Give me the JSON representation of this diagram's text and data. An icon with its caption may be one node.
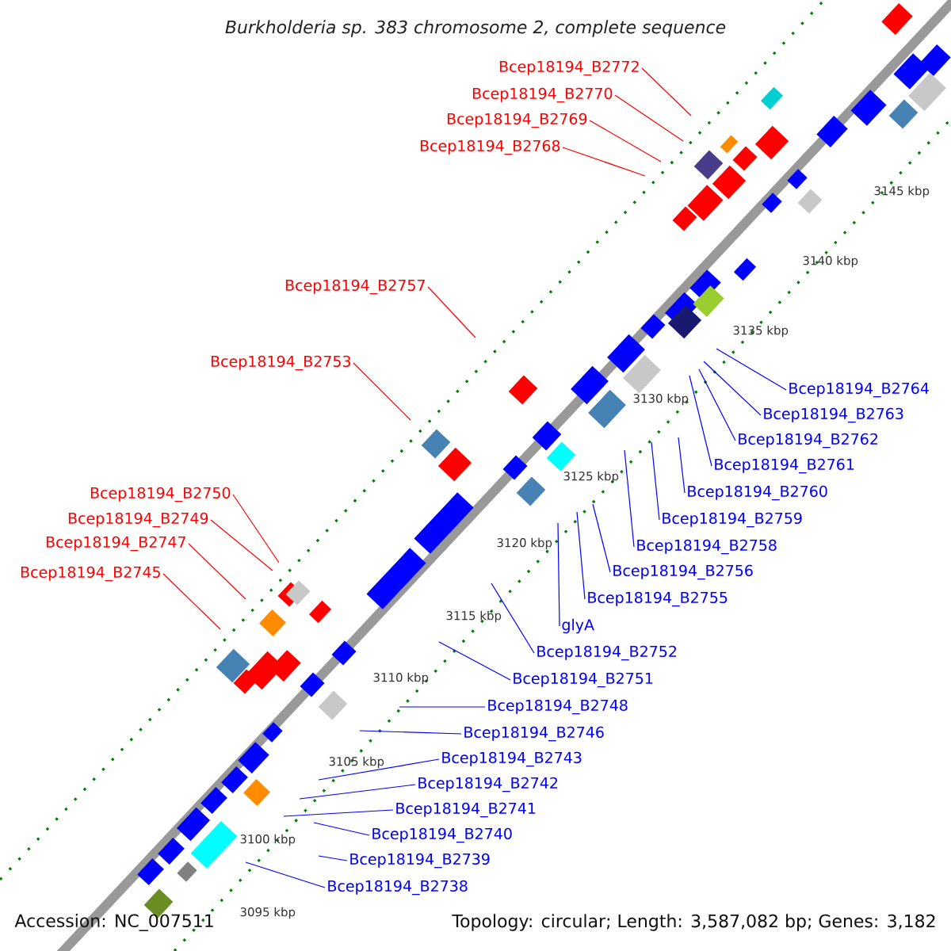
{
  "diagram": {
    "title": "Burkholderia sp. 383 chromosome 2, complete sequence",
    "nodes": [
      {
        "text": [
          "Bcep18194_B2772"
        ]
      },
      {
        "text": [
          "Bcep18194_B2770"
        ]
      },
      {
        "text": [
          "Bcep18194_B2769"
        ]
      },
      {
        "text": [
          "Bcep18194_B2768"
        ]
      },
      {
        "text": [
          "Bcep18194_B2757"
        ]
      },
      {
        "text": [
          "Bcep18194_B2753"
        ]
      },
      {
        "text": [
          "Bcep18194_B2750"
        ]
      },
      {
        "text": [
          "Bcep18194_B2749"
        ]
      },
      {
        "text": [
          "Bcep18194_B2747"
        ]
      },
      {
        "text": [
          "Bcep18194_B2745"
        ]
      },
      {
        "text": [
          "Bcep18194_B2764"
        ]
      },
      {
        "text": [
          "Bcep18194_B2763"
        ]
      },
      {
        "text": [
          "Bcep18194_B2762"
        ]
      },
      {
        "text": [
          "Bcep18194_B2761"
        ]
      },
      {
        "text": [
          "Bcep18194_B2760"
        ]
      },
      {
        "text": [
          "Bcep18194_B2759"
        ]
      },
      {
        "text": [
          "Bcep18194_B2758"
        ]
      },
      {
        "text": [
          "Bcep18194_B2756"
        ]
      },
      {
        "text": [
          "Bcep18194_B2755"
        ]
      },
      {
        "text": [
          "glyA"
        ]
      },
      {
        "text": [
          "Bcep18194_B2752"
        ]
      },
      {
        "text": [
          "Bcep18194_B2751"
        ]
      },
      {
        "text": [
          "Bcep18194_B2748"
        ]
      },
      {
        "text": [
          "Bcep18194_B2746"
        ]
      },
      {
        "text": [
          "Bcep18194_B2743"
        ]
      },
      {
        "text": [
          "Bcep18194_B2742"
        ]
      },
      {
        "text": [
          "Bcep18194_B2741"
        ]
      },
      {
        "text": [
          "Bcep18194_B2740"
        ]
      },
      {
        "text": [
          "Bcep18194_B2739"
        ]
      },
      {
        "text": [
          "Bcep18194_B2738"
        ]
      }
    ],
    "edges": [
      {
        "from": 0,
        "to": null,
        "arrow": "none",
        "color": "#ff0000"
      },
      {
        "from": 1,
        "to": null,
        "arrow": "none",
        "color": "#ff0000"
      },
      {
        "from": 2,
        "to": null,
        "arrow": "none",
        "color": "#ff0000"
      },
      {
        "from": 3,
        "to": null,
        "arrow": "none",
        "color": "#ff0000"
      },
      {
        "from": 4,
        "to": null,
        "arrow": "none",
        "color": "#ff0000"
      },
      {
        "from": 5,
        "to": null,
        "arrow": "none",
        "color": "#ff0000"
      },
      {
        "from": 6,
        "to": null,
        "arrow": "none",
        "color": "#ff0000"
      },
      {
        "from": 7,
        "to": null,
        "arrow": "none",
        "color": "#ff0000"
      },
      {
        "from": 8,
        "to": null,
        "arrow": "none",
        "color": "#ff0000"
      },
      {
        "from": 9,
        "to": null,
        "arrow": "none",
        "color": "#ff0000"
      },
      {
        "from": 10,
        "to": null,
        "arrow": "none"
      },
      {
        "from": 11,
        "to": null,
        "arrow": "none"
      },
      {
        "from": 12,
        "to": null,
        "arrow": "none"
      },
      {
        "from": 13,
        "to": null,
        "arrow": "none"
      },
      {
        "from": 14,
        "to": null,
        "arrow": "none"
      },
      {
        "from": 15,
        "to": null,
        "arrow": "none"
      },
      {
        "from": 16,
        "to": null,
        "arrow": "none"
      },
      {
        "from": 17,
        "to": null,
        "arrow": "none"
      },
      {
        "from": 18,
        "to": null,
        "arrow": "none"
      },
      {
        "from": 19,
        "to": null,
        "arrow": "none"
      },
      {
        "from": 20,
        "to": null,
        "arrow": "none"
      },
      {
        "from": 21,
        "to": null,
        "arrow": "none"
      },
      {
        "from": 22,
        "to": null,
        "arrow": "none"
      },
      {
        "from": 23,
        "to": null,
        "arrow": "none"
      },
      {
        "from": 24,
        "to": null,
        "arrow": "none"
      },
      {
        "from": 25,
        "to": null,
        "arrow": "none"
      },
      {
        "from": 26,
        "to": null,
        "arrow": "none"
      },
      {
        "from": 27,
        "to": null,
        "arrow": "none"
      },
      {
        "from": 28,
        "to": null,
        "arrow": "none"
      },
      {
        "from": 29,
        "to": null,
        "arrow": "none"
      }
    ],
    "labels": [
      "3145 kbp",
      "3140 kbp",
      "3135 kbp",
      "3130 kbp",
      "3125 kbp",
      "3120 kbp",
      "3115 kbp",
      "3110 kbp",
      "3105 kbp",
      "3100 kbp",
      "3095 kbp",
      "Accession: NC_007511",
      "Topology: circular; Length: 3,587,082 bp; Genes: 3,182"
    ]
  }
}
